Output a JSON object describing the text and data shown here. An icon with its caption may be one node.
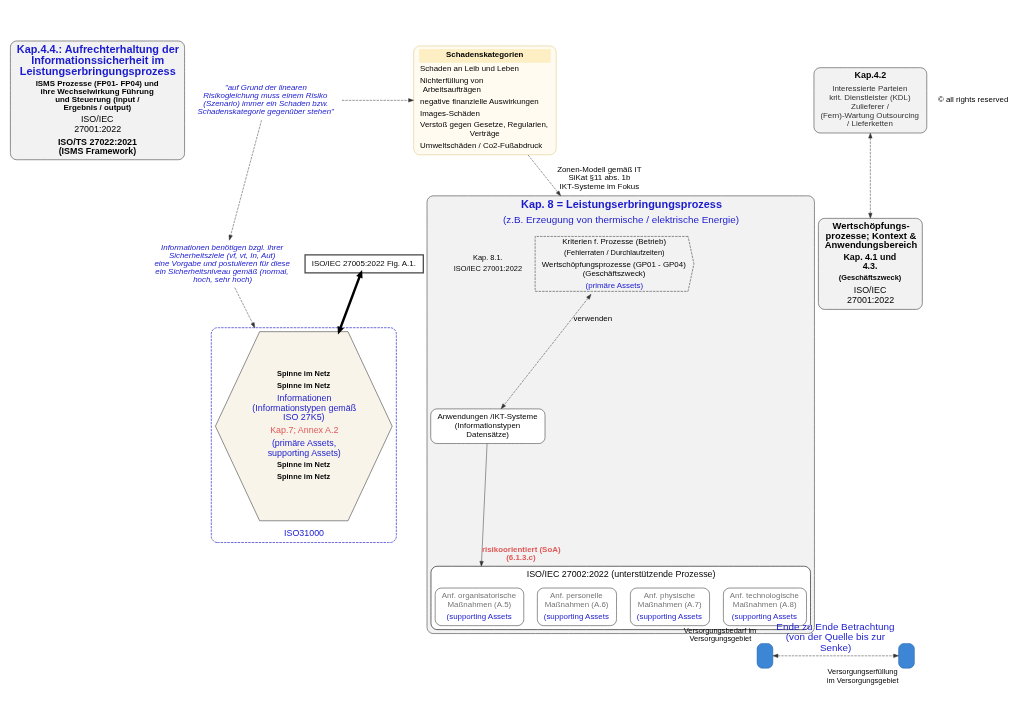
{
  "diagram": {
    "nodes": [
      {
        "text": [
          "Kap.4.4.: Aufrechterhaltung der Informationssicherheit im Leistungserbringungsprozess",
          "ISMS Prozesse (FP01- FP04) und ihre Wechselwirkung Führung und Steuerung (input / Ergebnis / output)",
          "ISO/IEC 27001:2022",
          "ISO/TS 27022:2021 (ISMS Framework)"
        ]
      },
      {
        "text": [
          "\"auf Grund der linearen Risikogleichung muss einem Risiko (Szenario) immer ein Schaden bzw. Schadenskategorie gegenüber stehen\""
        ]
      },
      {
        "text": [
          "Schadenskategorien",
          "Schaden an Leib und Leben",
          "Nichterfüllung von Arbeitsaufträgen",
          "negative finanzielle Auswirkungen",
          "Images-Schäden",
          "Verstoß gegen Gesetze, Regularien, Verträge",
          "Umweltschäden / Co2-Fußabdruck"
        ]
      },
      {
        "text": [
          "Informationen benötigen bzgl. ihrer Sicherheitsziele (vf, vt, In, Aut) eine Vorgabe und postulieren für diese ein Sicherheitsniveau gemäß (normal, hoch, sehr hoch)"
        ]
      },
      {
        "text": [
          "ISO31000"
        ]
      },
      {
        "text": [
          "Spinne im Netz",
          "Spinne im Netz",
          "Informationen (Informationstypen gemäß ISO 27K5)",
          "Kap.7; Annex A.2",
          "(primäre Assets, supporting Assets)",
          "Spinne im Netz",
          "Spinne im Netz"
        ],
        "in": 4
      },
      {
        "text": [
          "Wertschöpfungs- prozesse; Kontext & Anwendungsbereich",
          "Kap. 4.1 und 4.3.",
          "(Geschäftszweck)",
          "ISO/IEC 27001:2022"
        ]
      },
      {
        "text": [
          "Kap.4.2",
          "Interessierte Parteien krit. Dienstleister (KDL) Zulieferer / (Fern)-Wartung Outsourcing / Lieferketten"
        ]
      },
      {
        "text": [
          "ISO/IEC 27005:2022 Fig. A.1."
        ]
      },
      {
        "text": [
          "Kap. 8 = Leistungserbringungsprozess",
          "(z.B. Erzeugung von thermische / elektrische Energie)"
        ]
      },
      {
        "text": [
          "Kriterien f. Prozesse (Betrieb)",
          "(Fehlerraten / Durchlaufzeiten)",
          "Wertschöpfungsprozesse (GP01 - GP04) (Geschäftszweck)",
          "(primäre Assets)"
        ],
        "in": 9
      },
      {
        "text": [
          "Anwendungen /IKT-Systeme (Informationstypen Datensätze)"
        ],
        "beside": [
          "Kap. 8.1.",
          "ISO/IEC 27001:2022"
        ],
        "in": 9
      },
      {
        "text": [
          "ISO/IEC 27002:2022 (unterstützende Prozesse)"
        ],
        "in": 9
      },
      {
        "text": [
          "Anf. organisatorische Maßnahmen (A.5)",
          "(supporting Assets"
        ],
        "in": 12
      },
      {
        "text": [
          "Anf. personelle Maßnahmen (A.6)",
          "(supporting Assets"
        ],
        "in": 12
      },
      {
        "text": [
          "Anf. physische Maßnahmen (A.7)",
          "(supporting Assets"
        ],
        "in": 12
      },
      {
        "text": [
          "Anf. technologische Maßnahmen (A.8)",
          "(supporting Assets"
        ],
        "in": 12
      },
      {
        "text": [],
        "shape": "person",
        "beside": [
          "Versorgungsbedarf im Versorgungsgebiet"
        ]
      },
      {
        "text": [],
        "shape": "person",
        "beside": [
          "Versorgungserfüllung im Versorgungsgebiet"
        ]
      }
    ],
    "edges": [
      {
        "from": 1,
        "to": 2,
        "arrow": "to",
        "style": "dashed"
      },
      {
        "from": 1,
        "to": 3,
        "arrow": "to",
        "style": "dashed"
      },
      {
        "from": 2,
        "to": 9,
        "arrow": "to",
        "style": "dashed",
        "label": "Zonen-Modell gemäß IT SiKat §11 abs. 1b IKT-Systeme im Fokus"
      },
      {
        "from": 3,
        "to": 4,
        "arrow": "to",
        "style": "dashed"
      },
      {
        "from": 7,
        "to": 6,
        "arrow": "both",
        "style": "dashed"
      },
      {
        "from": 8,
        "to": 5,
        "arrow": "both",
        "style": "thick"
      },
      {
        "from": 10,
        "to": 11,
        "arrow": "both",
        "style": "dashed",
        "label": "verwenden"
      },
      {
        "from": 11,
        "to": 12,
        "arrow": "to",
        "label": "risikoorientiert (SoA) (6.1.3.c)"
      },
      {
        "from": 17,
        "to": 18,
        "arrow": "both",
        "style": "dashed",
        "label": "Ende zu Ende Betrachtung (von der Quelle bis zur Senke)"
      }
    ],
    "labels": [
      "© all rights reserved"
    ]
  }
}
